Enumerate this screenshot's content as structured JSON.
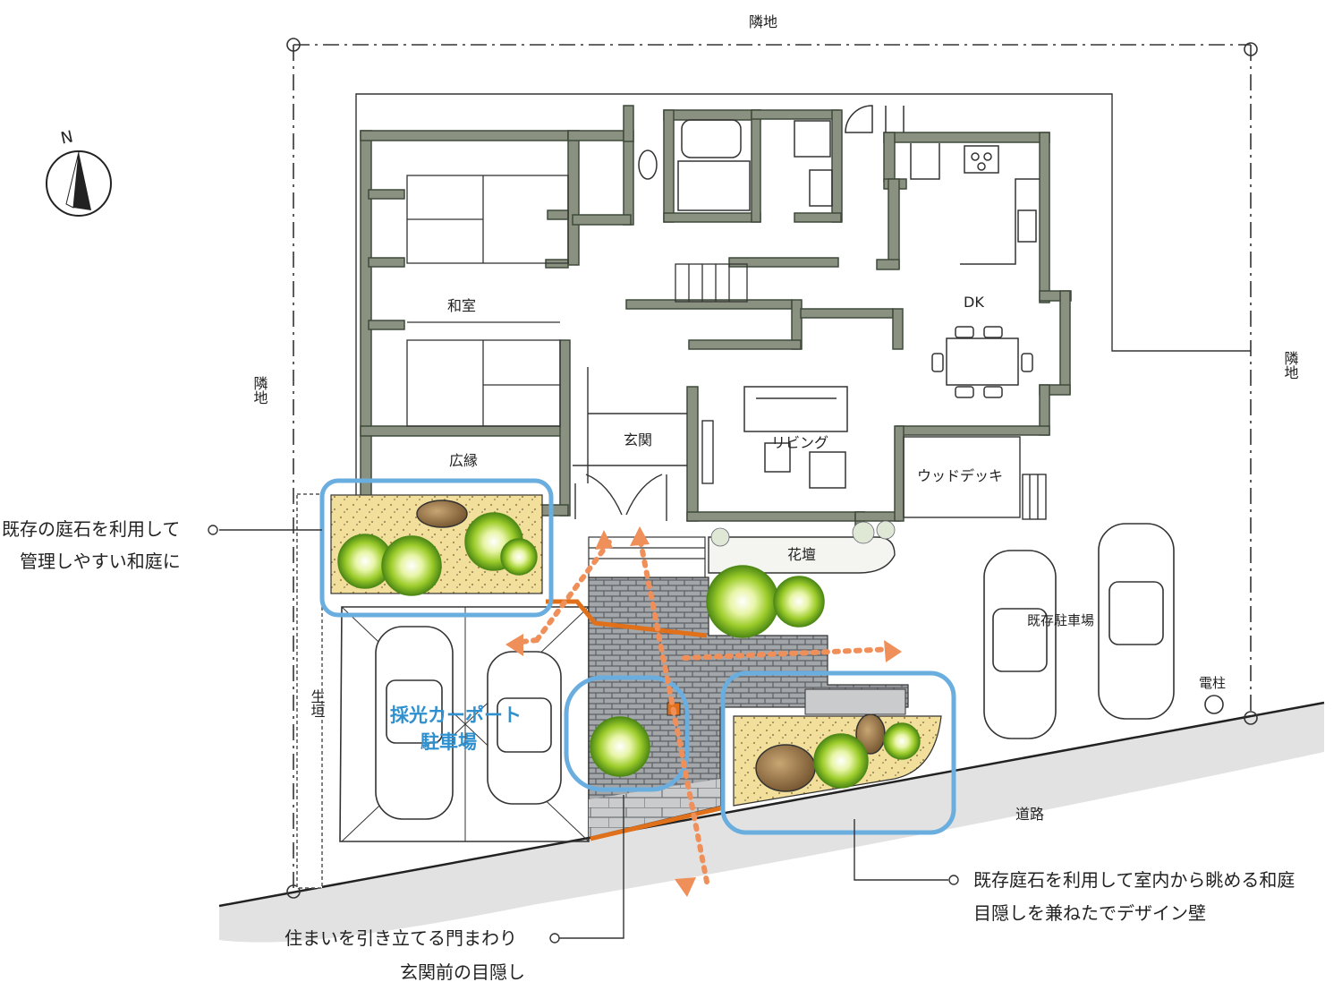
{
  "labels": {
    "neighbor_top": "隣地",
    "neighbor_left": "隣地",
    "neighbor_right": "隣地",
    "north": "N",
    "washitsu": "和室",
    "hiroen": "広縁",
    "genkan": "玄関",
    "living": "リビング",
    "dk": "DK",
    "wood_deck": "ウッドデッキ",
    "kadan": "花壇",
    "existing_parking": "既存駐車場",
    "utility_pole": "電柱",
    "road": "道路",
    "hedge": "生垣",
    "carport_line1": "採光カーポート",
    "carport_line2": "駐車場"
  },
  "notes": {
    "left_1": "既存の庭石を利用して",
    "left_2": "管理しやすい和庭に",
    "bottom_1": "住まいを引き立てる門まわり",
    "bottom_2": "玄関前の目隠し",
    "right_1": "既存庭石を利用して室内から眺める和庭",
    "right_2": "目隠しを兼ねたでデザイン壁"
  },
  "colors": {
    "wall": "#8a9180",
    "wall_stroke": "#3e4a3a",
    "highlight": "#6aaee0",
    "arrow": "#ef8f5a",
    "tree": "#9ccc2a",
    "tree_dark": "#4f8a16",
    "gravel": "#f3df9c",
    "paving": "#8c8f92",
    "brick": "#e0701a",
    "road_shade": "#d9d9d9",
    "carport_text": "#2f90cf"
  },
  "icons": {
    "north": "north-arrow-icon",
    "bollard": "marker-circle-icon"
  }
}
